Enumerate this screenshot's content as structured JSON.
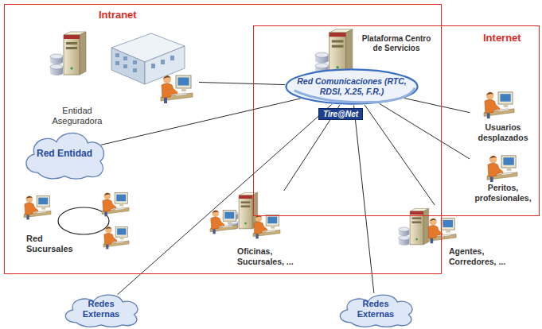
{
  "diagram": {
    "nodes": [
      {
        "text": [
          "Intranet"
        ]
      },
      {
        "text": [
          "Internet"
        ]
      },
      {
        "text": [
          "Entidad Aseguradora"
        ],
        "in": 0
      },
      {
        "text": [
          "Plataforma Centro de Servicios"
        ],
        "in": 1
      },
      {
        "text": [
          "Red Comunicaciones (RTC, RDSI, X.25, F.R.)"
        ],
        "in": 1
      },
      {
        "text": [
          "Red Entidad"
        ],
        "in": 0
      },
      {
        "text": [
          "Red Sucursales"
        ],
        "in": 0
      },
      {
        "text": [
          "Usuarios desplazados"
        ],
        "in": 1
      },
      {
        "text": [
          "Peritos, profesionales,"
        ],
        "in": 1
      },
      {
        "text": [
          "Oficinas, Sucursales, ..."
        ],
        "in": 0
      },
      {
        "text": [
          "Agentes, Corredores, ..."
        ]
      },
      {
        "text": [
          "Redes Externas"
        ]
      },
      {
        "text": [
          "Redes Externas"
        ]
      }
    ],
    "edges": [
      {
        "from": 2,
        "to": 4,
        "arrow": "none"
      },
      {
        "from": 4,
        "to": 5,
        "arrow": "none"
      },
      {
        "from": 4,
        "to": 7,
        "arrow": "none"
      },
      {
        "from": 4,
        "to": 8,
        "arrow": "none"
      },
      {
        "from": 4,
        "to": 9,
        "arrow": "none"
      },
      {
        "from": 4,
        "to": 10,
        "arrow": "none"
      },
      {
        "from": 4,
        "to": 11,
        "arrow": "none"
      },
      {
        "from": 4,
        "to": 12,
        "arrow": "none"
      }
    ],
    "labels": [
      "Tire@Net"
    ]
  }
}
